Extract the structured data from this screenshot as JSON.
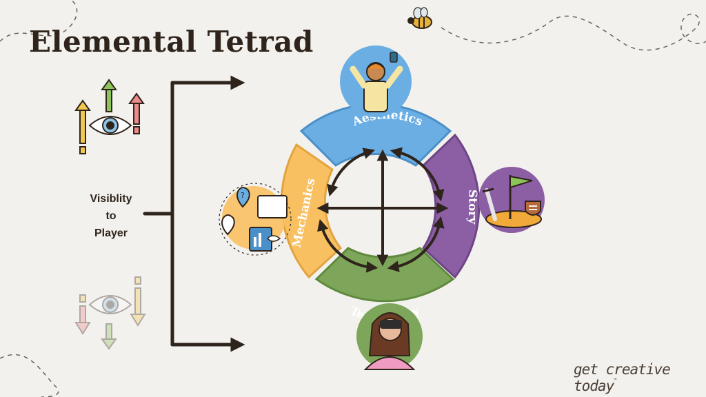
{
  "title": "Elemental Tetrad",
  "visibility_label": [
    "Visiblity",
    "to",
    "Player"
  ],
  "elements": {
    "top": "Aesthetics",
    "right": "Story",
    "bottom": "Technology",
    "left": "Mechanics"
  },
  "brand": "get creative today",
  "colors": {
    "aesthetics": "#6aaee4",
    "story": "#8c5fa5",
    "technology": "#7ea65a",
    "mechanics": "#f9c062",
    "ink": "#2e241c",
    "background": "#f3f1ed"
  },
  "icons": {
    "top": "celebrating-gamer-icon",
    "right": "flag-sword-shield-icon",
    "bottom": "vr-headset-player-icon",
    "left": "map-dashboard-icon",
    "visible": "eye-arrows-up-icon",
    "hidden": "eye-arrows-down-icon"
  }
}
